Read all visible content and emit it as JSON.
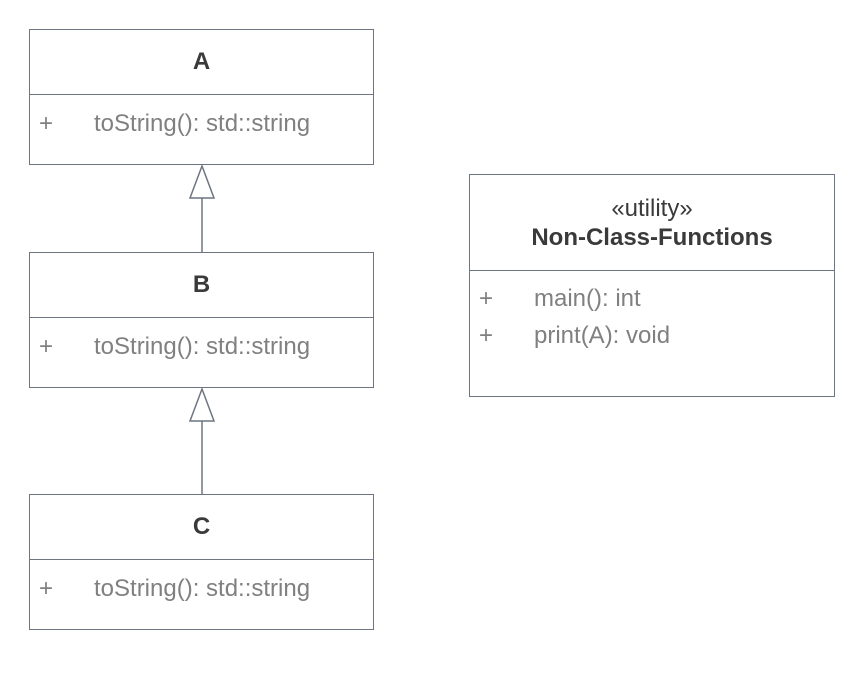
{
  "classes": {
    "a": {
      "name": "A",
      "members": [
        {
          "visibility": "+",
          "signature": "toString(): std::string"
        }
      ]
    },
    "b": {
      "name": "B",
      "members": [
        {
          "visibility": "+",
          "signature": "toString(): std::string"
        }
      ]
    },
    "c": {
      "name": "C",
      "members": [
        {
          "visibility": "+",
          "signature": "toString(): std::string"
        }
      ]
    },
    "non_class_functions": {
      "stereotype": "«utility»",
      "name": "Non-Class-Functions",
      "members": [
        {
          "visibility": "+",
          "signature": "main(): int"
        },
        {
          "visibility": "+",
          "signature": "print(A): void"
        }
      ]
    }
  },
  "relations": [
    {
      "type": "generalization",
      "from": "B",
      "to": "A"
    },
    {
      "type": "generalization",
      "from": "C",
      "to": "B"
    }
  ],
  "colors": {
    "line": "#6c7580",
    "name_text": "#3a3a3a",
    "member_text": "#808080"
  }
}
